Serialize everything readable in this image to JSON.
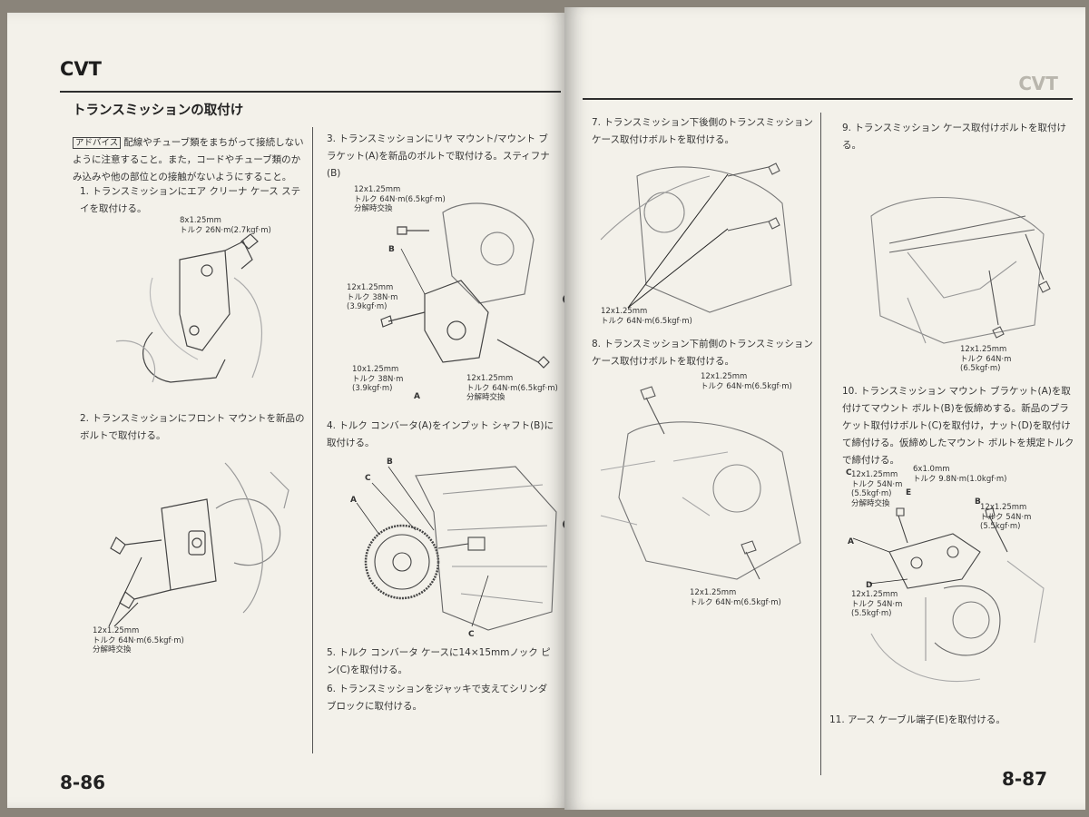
{
  "left_page": {
    "header": "CVT",
    "section_title": "トランスミッションの取付け",
    "advice_badge": "アドバイス",
    "advice_text": "配線やチューブ類をまちがって接続しないように注意すること。また，コードやチューブ類のかみ込みや他の部位との接触がないようにすること。",
    "steps": [
      "1. トランスミッションにエア クリーナ ケース ステイを取付ける。",
      "2. トランスミッションにフロント マウントを新品のボルトで取付ける。",
      "3. トランスミッションにリヤ マウント/マウント ブラケット(A)を新品のボルトで取付ける。スティフナ(B)",
      "4. トルク コンバータ(A)をインプット シャフト(B)に取付ける。",
      "5. トルク コンバータ ケースに14×15mmノック ピン(C)を取付ける。",
      "6. トランスミッションをジャッキで支えてシリンダ ブロックに取付ける。"
    ],
    "callouts": {
      "step1_bolt": "8x1.25mm\nトルク 26N·m(2.7kgf·m)",
      "step2_bolt": "12x1.25mm\nトルク 64N·m(6.5kgf·m)\n分解時交換",
      "step3_top": "12x1.25mm\nトルク 64N·m(6.5kgf·m)\n分解時交換",
      "step3_mid": "12x1.25mm\nトルク 38N·m\n(3.9kgf·m)",
      "step3_low": "10x1.25mm\nトルク 38N·m\n(3.9kgf·m)",
      "step3_right": "12x1.25mm\nトルク 64N·m(6.5kgf·m)\n分解時交換"
    },
    "labels": {
      "A": "A",
      "B": "B",
      "C": "C"
    },
    "page_number": "8-86"
  },
  "right_page": {
    "steps": [
      "7. トランスミッション下後側のトランスミッション ケース取付けボルトを取付ける。",
      "8. トランスミッション下前側のトランスミッション ケース取付けボルトを取付ける。",
      "9. トランスミッション ケース取付けボルトを取付ける。",
      "10. トランスミッション マウント ブラケット(A)を取付けてマウント ボルト(B)を仮締めする。新品のブラケット取付けボルト(C)を取付け，ナット(D)を取付けて締付ける。仮締めしたマウント ボルトを規定トルクで締付ける。",
      "11. アース ケーブル端子(E)を取付ける。"
    ],
    "callouts": {
      "step7_bolt": "12x1.25mm\nトルク 64N·m(6.5kgf·m)",
      "step8_top": "12x1.25mm\nトルク 64N·m(6.5kgf·m)",
      "step8_bottom": "12x1.25mm\nトルク 64N·m(6.5kgf·m)",
      "step9_bolt": "12x1.25mm\nトルク 64N·m\n(6.5kgf·m)",
      "step10_C": "12x1.25mm\nトルク 54N·m\n(5.5kgf·m)\n分解時交換",
      "step10_E": "6x1.0mm\nトルク 9.8N·m(1.0kgf·m)",
      "step10_B": "12x1.25mm\nトルク 54N·m\n(5.5kgf·m)",
      "step10_D": "12x1.25mm\nトルク 54N·m\n(5.5kgf·m)"
    },
    "labels": {
      "A": "A",
      "B": "B",
      "C": "C",
      "D": "D",
      "E": "E"
    },
    "page_number": "8-87"
  }
}
